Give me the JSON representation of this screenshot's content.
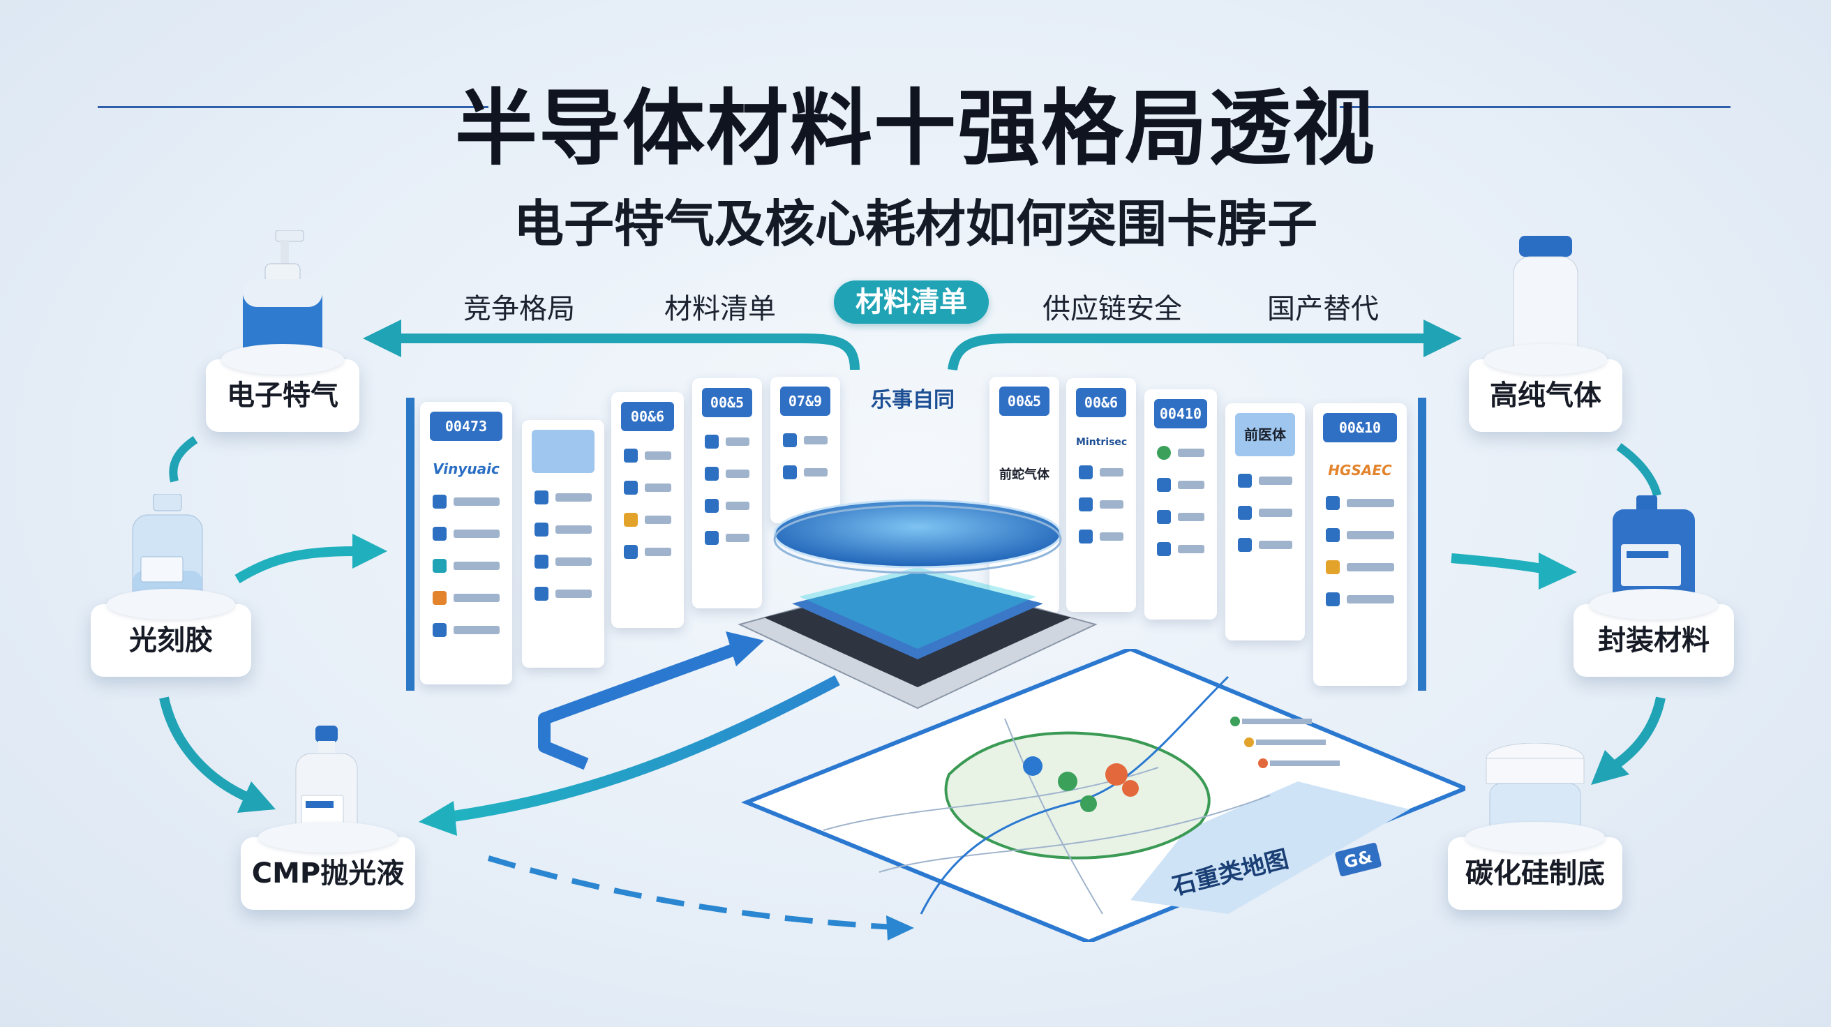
{
  "header": {
    "title": "半导体材料十强格局透视",
    "subtitle": "电子特气及核心耗材如何突围卡脖子"
  },
  "tabs": [
    {
      "label": "竞争格局"
    },
    {
      "label": "材料清单"
    },
    {
      "label": "材料清单",
      "active": true
    },
    {
      "label": "供应链安全"
    },
    {
      "label": "国产替代"
    }
  ],
  "materials_left": [
    {
      "label": "电子特气",
      "icon": "pump-bottle-icon"
    },
    {
      "label": "光刻胶",
      "icon": "glass-bottle-icon"
    },
    {
      "label": "CMP抛光液",
      "icon": "reagent-bottle-icon"
    }
  ],
  "materials_right": [
    {
      "label": "高纯气体",
      "icon": "wide-jar-icon"
    },
    {
      "label": "封装材料",
      "icon": "jerrycan-icon"
    },
    {
      "label": "碳化硅制底",
      "icon": "clear-jar-icon"
    }
  ],
  "cards": {
    "center_brand": "乐事自同",
    "left": [
      {
        "head": "00473",
        "brand": "Vinyuaic"
      },
      {
        "head": "",
        "brand": ""
      },
      {
        "head": "00&6",
        "brand": ""
      },
      {
        "head": "00&5",
        "brand": ""
      },
      {
        "head": "07&9",
        "brand": ""
      }
    ],
    "right": [
      {
        "head": "00&5",
        "brand": ""
      },
      {
        "head": "00&6",
        "brand": "Mintrisec"
      },
      {
        "head": "00410",
        "brand": ""
      },
      {
        "head": "",
        "brand": "前医体"
      },
      {
        "head": "00&10",
        "brand": "HGSAEC"
      }
    ],
    "right_card_1_title": "前蛇气体"
  },
  "map": {
    "label": "石重类地图",
    "badge": "G&"
  },
  "colors": {
    "accent_teal": "#1fa3b5",
    "accent_blue": "#2f6fc4",
    "title_rule": "#2f5fa8"
  }
}
